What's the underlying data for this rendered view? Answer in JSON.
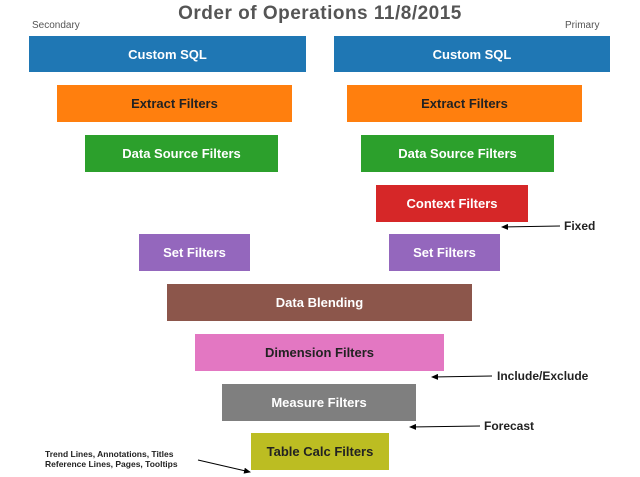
{
  "title": "Order of Operations 11/8/2015",
  "columns": {
    "secondary_label": "Secondary",
    "primary_label": "Primary"
  },
  "steps": {
    "custom_sql": "Custom SQL",
    "extract_filters": "Extract Filters",
    "data_source_filters": "Data Source Filters",
    "context_filters": "Context Filters",
    "set_filters": "Set Filters",
    "data_blending": "Data Blending",
    "dimension_filters": "Dimension Filters",
    "measure_filters": "Measure Filters",
    "table_calc_filters": "Table Calc Filters"
  },
  "annotations": {
    "fixed": "Fixed",
    "include_exclude": "Include/Exclude",
    "forecast": "Forecast",
    "table_calc_note_line1": "Trend Lines, Annotations, Titles",
    "table_calc_note_line2": "Reference Lines, Pages, Tooltips"
  },
  "colors": {
    "custom_sql": "#1f77b4",
    "extract_filters": "#ff7f0e",
    "data_source_filters": "#2ca02c",
    "context_filters": "#d62728",
    "set_filters": "#9467bd",
    "data_blending": "#8c564b",
    "dimension_filters": "#e377c2",
    "measure_filters": "#7f7f7f",
    "table_calc_filters": "#bcbd22"
  }
}
